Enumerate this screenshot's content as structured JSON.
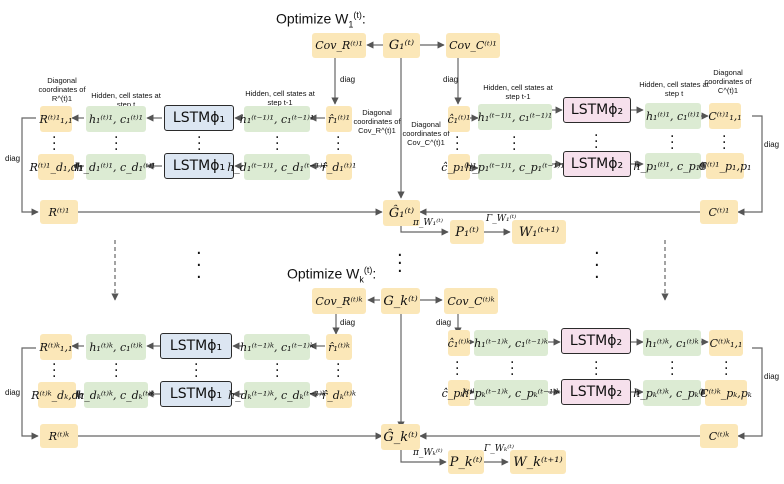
{
  "titles": {
    "optimize_1": "Optimize W",
    "optimize_1_sub": "1",
    "optimize_1_sup": "(t)",
    "optimize_k": "Optimize W",
    "optimize_k_sub": "k",
    "optimize_k_sup": "(t)"
  },
  "notes": {
    "diag_coords_R": "Diagonal coordinates of R^(t)1",
    "hidden_cell_t": "Hidden, cell states at step t",
    "hidden_cell_tm1": "Hidden, cell states at step t-1",
    "diag_coords_CovR": "Diagonal coordinates of Cov_R^(t)1",
    "diag_coords_CovC": "Diagonal coordinates of Cov_C^(t)1",
    "diag_coords_C": "Diagonal coordinates of C^(t)1",
    "diag": "diag"
  },
  "block1": {
    "G": "G₁⁽ᵗ⁾",
    "CovR": "Cov_R⁽ᵗ⁾¹",
    "CovC": "Cov_C⁽ᵗ⁾¹",
    "R_top": "R⁽ᵗ⁾¹₁,₁",
    "R_bot": "R⁽ᵗ⁾¹_d₁,d₁",
    "h_left_top": "h₁⁽ᵗ⁾¹, c₁⁽ᵗ⁾¹",
    "h_left_bot": "h_d₁⁽ᵗ⁾¹, c_d₁⁽ᵗ⁾¹",
    "lstm_left": "LSTMϕ₁",
    "hprev_left_top": "h₁⁽ᵗ⁻¹⁾¹, c₁⁽ᵗ⁻¹⁾¹",
    "hprev_left_bot": "h_d₁⁽ᵗ⁻¹⁾¹, c_d₁⁽ᵗ⁻¹⁾¹",
    "rhat_top": "r̂₁⁽ᵗ⁾¹",
    "rhat_bot": "r̂_d₁⁽ᵗ⁾¹",
    "chat_top": "ĉ₁⁽ᵗ⁾¹",
    "chat_bot": "ĉ_p₁⁽ᵗ⁾¹",
    "hprev_right_top": "h₁⁽ᵗ⁻¹⁾¹, c₁⁽ᵗ⁻¹⁾¹",
    "hprev_right_bot": "h_p₁⁽ᵗ⁻¹⁾¹, c_p₁⁽ᵗ⁻¹⁾¹",
    "lstm_right": "LSTMϕ₂",
    "h_right_top": "h₁⁽ᵗ⁾¹, c₁⁽ᵗ⁾¹",
    "h_right_bot": "h_p₁⁽ᵗ⁾¹, c_p₁⁽ᵗ⁾¹",
    "C_top": "C⁽ᵗ⁾¹₁,₁",
    "C_bot": "C⁽ᵗ⁾¹_p₁,p₁",
    "R_full": "R⁽ᵗ⁾¹",
    "C_full": "C⁽ᵗ⁾¹",
    "Ghat": "Ĝ₁⁽ᵗ⁾",
    "pi": "π_W₁⁽ᵗ⁾",
    "P": "P₁⁽ᵗ⁾",
    "Gamma": "Γ_W₁⁽ᵗ⁾",
    "W_next": "W₁⁽ᵗ⁺¹⁾"
  },
  "blockk": {
    "G": "G_k⁽ᵗ⁾",
    "CovR": "Cov_R⁽ᵗ⁾ᵏ",
    "CovC": "Cov_C⁽ᵗ⁾ᵏ",
    "R_top": "R⁽ᵗ⁾ᵏ₁,₁",
    "R_bot": "R⁽ᵗ⁾ᵏ_dₖ,dₖ",
    "h_left_top": "h₁⁽ᵗ⁾ᵏ, c₁⁽ᵗ⁾ᵏ",
    "h_left_bot": "h_dₖ⁽ᵗ⁾ᵏ, c_dₖ⁽ᵗ⁾ᵏ",
    "lstm_left": "LSTMϕ₁",
    "hprev_left_top": "h₁⁽ᵗ⁻¹⁾ᵏ, c₁⁽ᵗ⁻¹⁾ᵏ",
    "hprev_left_bot": "h_dₖ⁽ᵗ⁻¹⁾ᵏ, c_dₖ⁽ᵗ⁻¹⁾ᵏ",
    "rhat_top": "r̂₁⁽ᵗ⁾ᵏ",
    "rhat_bot": "r̂_dₖ⁽ᵗ⁾ᵏ",
    "chat_top": "ĉ₁⁽ᵗ⁾ᵏ",
    "chat_bot": "ĉ_pₖ⁽ᵗ⁾ᵏ",
    "hprev_right_top": "h₁⁽ᵗ⁻¹⁾ᵏ, c₁⁽ᵗ⁻¹⁾ᵏ",
    "hprev_right_bot": "h_pₖ⁽ᵗ⁻¹⁾ᵏ, c_pₖ⁽ᵗ⁻¹⁾ᵏ",
    "lstm_right": "LSTMϕ₂",
    "h_right_top": "h₁⁽ᵗ⁾ᵏ, c₁⁽ᵗ⁾ᵏ",
    "h_right_bot": "h_pₖ⁽ᵗ⁾ᵏ, c_pₖ⁽ᵗ⁾ᵏ",
    "C_top": "C⁽ᵗ⁾ᵏ₁,₁",
    "C_bot": "C⁽ᵗ⁾ᵏ_pₖ,pₖ",
    "R_full": "R⁽ᵗ⁾ᵏ",
    "C_full": "C⁽ᵗ⁾ᵏ",
    "Ghat": "Ĝ_k⁽ᵗ⁾",
    "pi": "π_Wₖ⁽ᵗ⁾",
    "P": "P_k⁽ᵗ⁾",
    "Gamma": "Γ_Wₖ⁽ᵗ⁾",
    "W_next": "W_k⁽ᵗ⁺¹⁾"
  },
  "colors": {
    "yellow": "#fbe7b8",
    "green": "#dcebd3",
    "lstm1": "#dce6f2",
    "lstm2": "#f6e0ec"
  }
}
